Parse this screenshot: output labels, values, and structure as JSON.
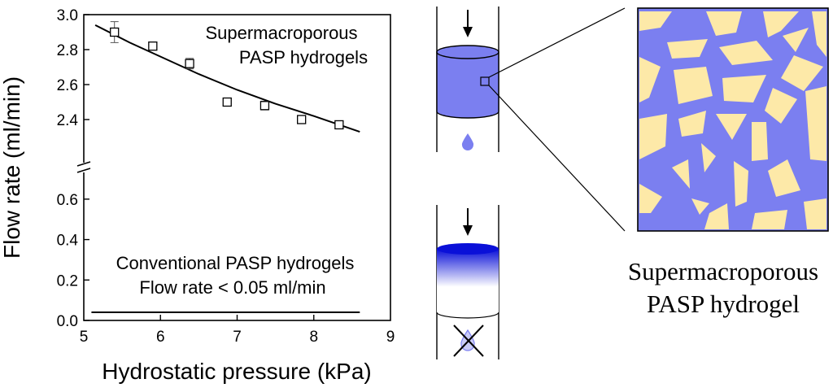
{
  "chart_data": {
    "type": "scatter",
    "xlabel": "Hydrostatic pressure (kPa)",
    "ylabel": "Flow rate (ml/min)",
    "xlim": [
      5,
      9
    ],
    "xticks": [
      "5",
      "6",
      "7",
      "8",
      "9"
    ],
    "ylim_upper": [
      2.2,
      3.0
    ],
    "ylim_lower": [
      0.0,
      0.7
    ],
    "yticks_upper": [
      "2.4",
      "2.6",
      "2.8",
      "3.0"
    ],
    "yticks_lower": [
      "0.0",
      "0.2",
      "0.4",
      "0.6"
    ],
    "axis_break": true,
    "series": [
      {
        "name": "Supermacroporous PASP hydrogels",
        "marker": "open-square",
        "x": [
          5.4,
          5.9,
          6.38,
          6.87,
          7.36,
          7.84,
          8.33
        ],
        "y": [
          2.9,
          2.82,
          2.72,
          2.5,
          2.48,
          2.4,
          2.37
        ],
        "yerr": [
          0.06,
          0.015,
          0.03,
          0.015,
          0.025,
          0.02,
          0.02
        ]
      },
      {
        "name": "Conventional PASP hydrogels",
        "x": [
          5.1,
          8.6
        ],
        "y": [
          0.04,
          0.04
        ]
      }
    ],
    "fit": {
      "x": [
        5.15,
        5.6,
        6.0,
        6.5,
        7.0,
        7.5,
        8.0,
        8.6
      ],
      "y": [
        2.94,
        2.84,
        2.76,
        2.66,
        2.57,
        2.49,
        2.42,
        2.33
      ]
    },
    "annotations": {
      "upper_label": [
        "Supermacroporous",
        "PASP hydrogels"
      ],
      "lower_label": [
        "Conventional PASP hydrogels",
        "Flow rate < 0.05 ml/min"
      ]
    }
  },
  "diagram": {
    "caption": [
      "Supermacroporous",
      "PASP hydrogel"
    ],
    "colors": {
      "gel_blue": "#7b7ff0",
      "pore_yellow": "#fde9a8",
      "dark_blue": "#0a10d8",
      "drop_blue": "#7b7ff0",
      "line": "#000000"
    },
    "icons": [
      "down-arrow-icon",
      "water-drop-icon",
      "cross-icon"
    ]
  }
}
